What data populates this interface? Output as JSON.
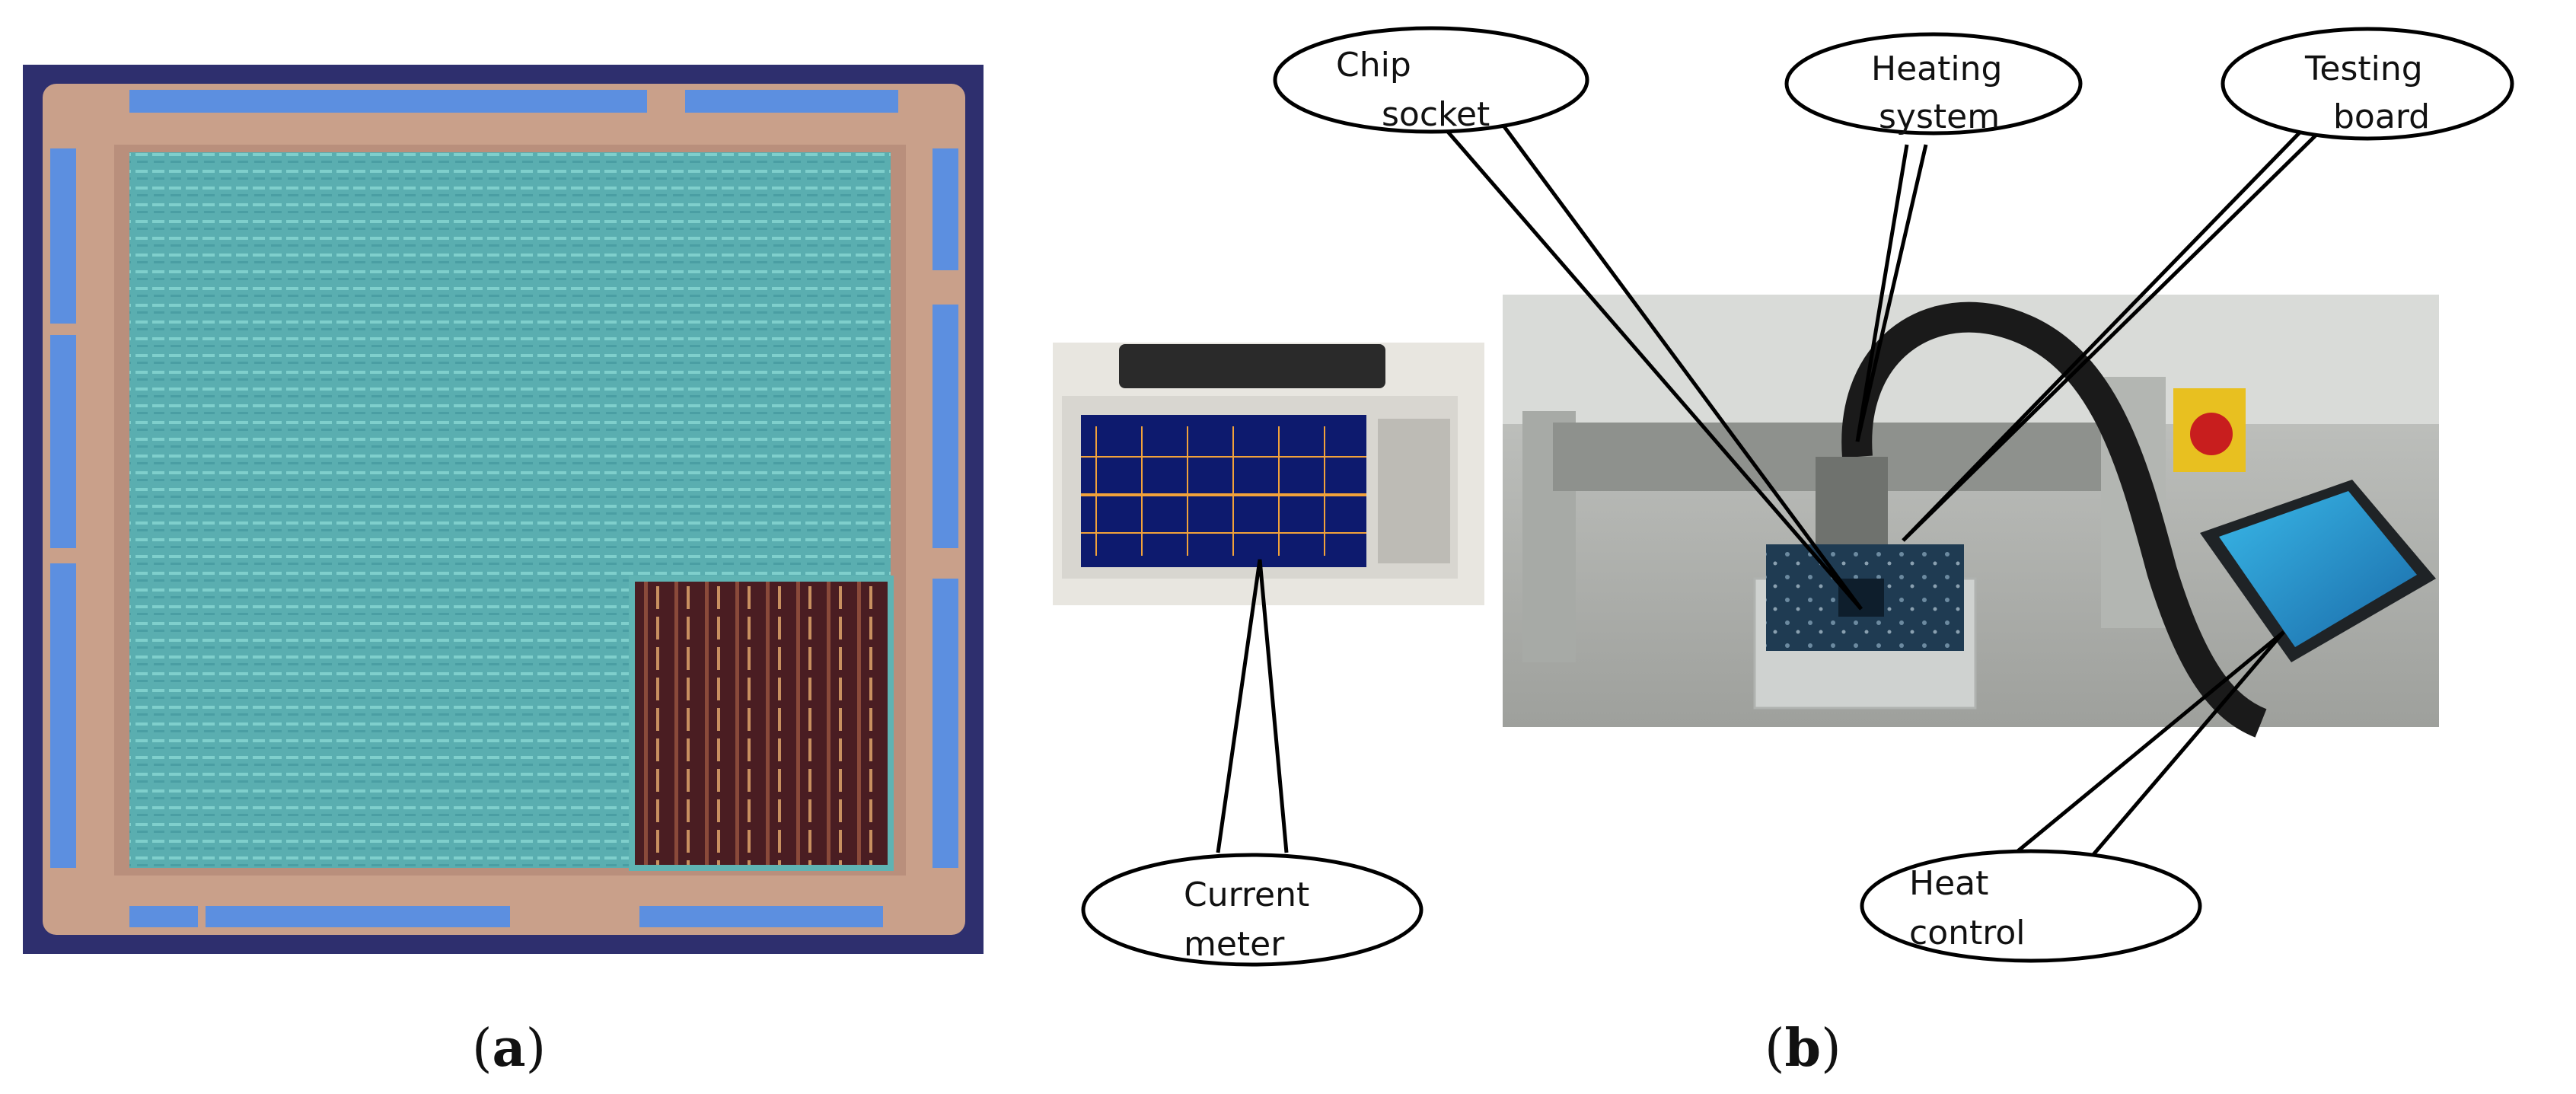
{
  "panel_a": {
    "label_open": "(",
    "label_letter": "a",
    "label_close": ")",
    "die_outer_color": "#c9a08a",
    "logic_color": "#5fb3b3",
    "dark_block_color": "#4a1d22",
    "pad_color": "#5c8fe0"
  },
  "panel_b": {
    "label_open": "(",
    "label_letter": "b",
    "label_close": ")",
    "callouts": {
      "chip_socket": [
        "Chip",
        "socket"
      ],
      "heating_system": [
        "Heating",
        "system"
      ],
      "testing_board": [
        "Testing",
        "board"
      ],
      "current_meter": [
        "Current",
        "meter"
      ],
      "heat_control": [
        "Heat",
        "control"
      ]
    },
    "scope_screen_color": "#0d1a6e",
    "board_color": "#1f3b52",
    "hmi_screen_color": "#2aa0d8"
  }
}
